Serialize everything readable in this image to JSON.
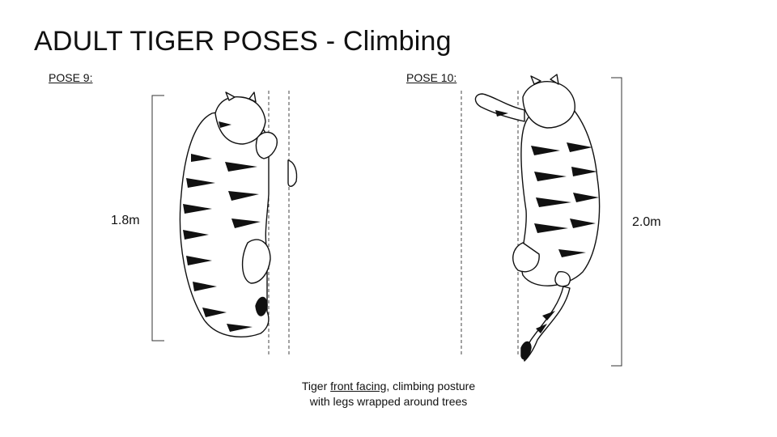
{
  "title": "ADULT TIGER POSES - Climbing",
  "poses": [
    {
      "label": "POSE 9:",
      "height": "1.8m"
    },
    {
      "label": "POSE 10:",
      "height": "2.0m"
    }
  ],
  "caption": {
    "pre": "Tiger ",
    "link": "front facing",
    "post": ", climbing posture",
    "line2": "with legs wrapped around trees"
  }
}
